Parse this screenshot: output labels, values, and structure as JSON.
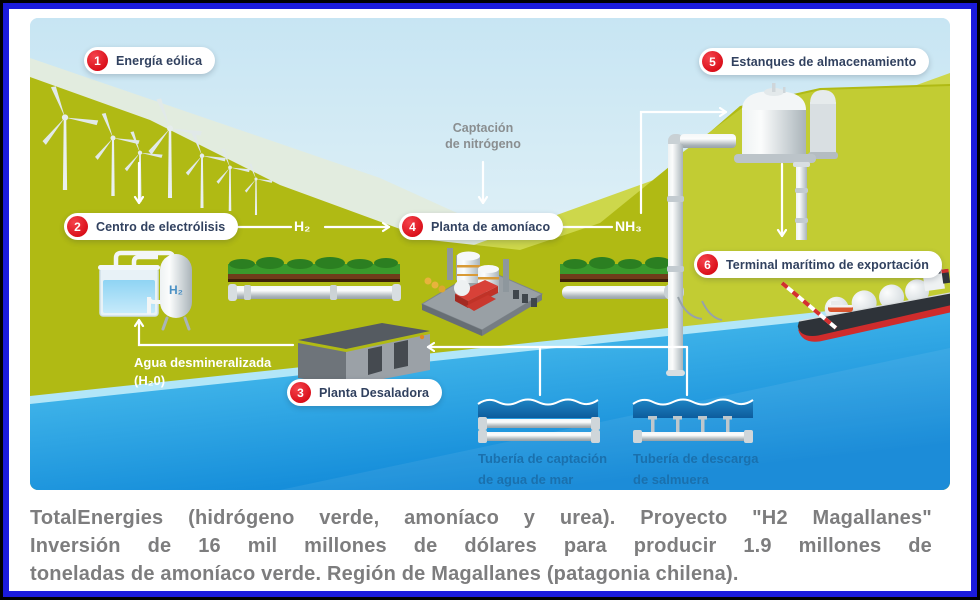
{
  "diagram": {
    "steps": [
      {
        "num": "1",
        "label": "Energía eólica"
      },
      {
        "num": "2",
        "label": "Centro de electrólisis"
      },
      {
        "num": "3",
        "label": "Planta Desaladora"
      },
      {
        "num": "4",
        "label": "Planta de amoníaco"
      },
      {
        "num": "5",
        "label": "Estanques de almacenamiento"
      },
      {
        "num": "6",
        "label": "Terminal marítimo de exportación"
      }
    ],
    "flows": {
      "h2": "H₂",
      "nh3": "NH₃"
    },
    "annotations": {
      "nitrogen_l1": "Captación",
      "nitrogen_l2": "de nitrógeno",
      "agua_l1": "Agua desmineralizada",
      "agua_l2": "(H₂0)",
      "intake_l1": "Tubería de captación",
      "intake_l2": "de agua de mar",
      "brine_l1": "Tubería de descarga",
      "brine_l2": "de salmuera",
      "vessel_h2": "H₂"
    },
    "colors": {
      "frame_blue": "#1b1bdb",
      "badge_red": "#d90e19",
      "hill_olive": "#b0ba14",
      "hill_light": "#c4ce3a",
      "water_light": "#56cdf4",
      "water_deep": "#0b84d6",
      "label_text": "#31415f",
      "tuberia_text": "#1a70ad",
      "caption_gray": "#7d7d7e"
    }
  },
  "caption": {
    "line1": "TotalEnergies (hidrógeno verde, amoníaco y urea). Proyecto \"H2 Magallanes\"",
    "line2": "Inversión de 16 mil millones de dólares para producir 1.9 millones de",
    "line3": "toneladas de amoníaco verde. Región de Magallanes (patagonia chilena)."
  }
}
